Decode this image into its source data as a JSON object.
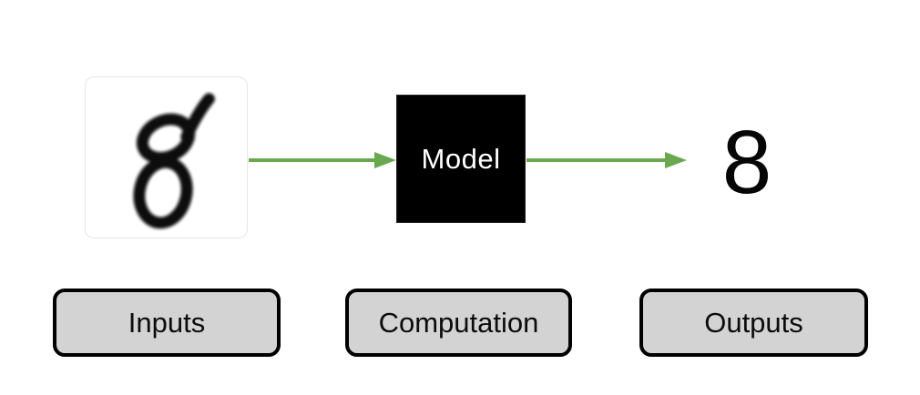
{
  "diagram": {
    "input": {
      "digit": "8"
    },
    "model": {
      "label": "Model"
    },
    "output": {
      "value": "8"
    },
    "buttons": [
      {
        "label": "Inputs"
      },
      {
        "label": "Computation"
      },
      {
        "label": "Outputs"
      }
    ]
  },
  "colors": {
    "arrow-green": "#6aa84f",
    "model-bg": "#000000",
    "model-text": "#ffffff",
    "button-bg": "#d3d3d3",
    "button-border": "#000000",
    "canvas-bg": "#ffffff",
    "digit-ink": "#0a0a0a"
  }
}
